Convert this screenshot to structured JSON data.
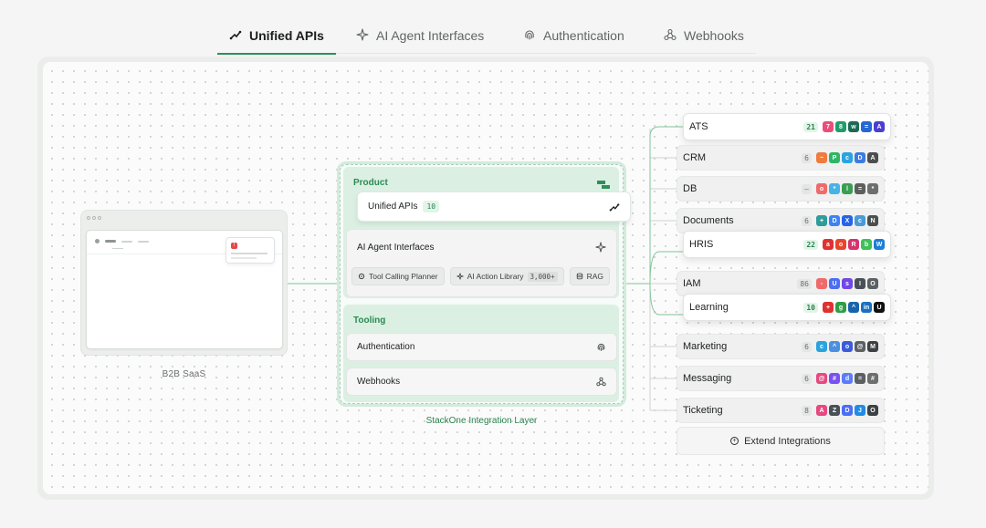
{
  "tabs": [
    {
      "label": "Unified APIs",
      "icon": "route-icon",
      "active": true
    },
    {
      "label": "AI Agent Interfaces",
      "icon": "sparkle-icon",
      "active": false
    },
    {
      "label": "Authentication",
      "icon": "fingerprint-icon",
      "active": false
    },
    {
      "label": "Webhooks",
      "icon": "webhook-icon",
      "active": false
    }
  ],
  "b2b": {
    "label": "B2B SaaS",
    "notification_badge": "!"
  },
  "layer": {
    "label": "StackOne Integration Layer",
    "product_title": "Product",
    "unified_apis": {
      "label": "Unified APIs",
      "count": "10"
    },
    "ai_agent": {
      "label": "AI Agent Interfaces",
      "chips": [
        {
          "label": "Tool Calling Planner",
          "icon": "cog-icon"
        },
        {
          "label": "AI Action Library",
          "count": "3,000+",
          "icon": "sparkle-icon"
        },
        {
          "label": "RAG",
          "icon": "database-icon"
        }
      ]
    },
    "tooling_title": "Tooling",
    "tooling": [
      {
        "label": "Authentication",
        "icon": "fingerprint-icon"
      },
      {
        "label": "Webhooks",
        "icon": "webhook-icon"
      }
    ]
  },
  "categories": [
    {
      "name": "ATS",
      "count": "21",
      "highlight": true,
      "logos": [
        {
          "c": "#e94e7a",
          "t": "7"
        },
        {
          "c": "#1f9d6b",
          "t": "8"
        },
        {
          "c": "#1c6b54",
          "t": "w"
        },
        {
          "c": "#2467d6",
          "t": "="
        },
        {
          "c": "#4a3fd1",
          "t": "A"
        }
      ]
    },
    {
      "name": "CRM",
      "count": "6",
      "highlight": false,
      "logos": [
        {
          "c": "#f07b3f",
          "t": "~"
        },
        {
          "c": "#2fb565",
          "t": "P"
        },
        {
          "c": "#2aa3e0",
          "t": "c"
        },
        {
          "c": "#3d7be0",
          "t": "D"
        },
        {
          "c": "#4b4f4d",
          "t": "A"
        }
      ]
    },
    {
      "name": "DB",
      "count": "–",
      "highlight": false,
      "logos": [
        {
          "c": "#ef6b6b",
          "t": "o"
        },
        {
          "c": "#46b3e6",
          "t": "*"
        },
        {
          "c": "#3a9e52",
          "t": "l"
        },
        {
          "c": "#5b5f5d",
          "t": "="
        },
        {
          "c": "#6b6f6d",
          "t": "*"
        }
      ]
    },
    {
      "name": "Documents",
      "count": "6",
      "highlight": false,
      "logos": [
        {
          "c": "#2e9c9a",
          "t": "+"
        },
        {
          "c": "#3b82f6",
          "t": "D"
        },
        {
          "c": "#2563eb",
          "t": "X"
        },
        {
          "c": "#4a9ad6",
          "t": "c"
        },
        {
          "c": "#4b4f4d",
          "t": "N"
        }
      ]
    },
    {
      "name": "HRIS",
      "count": "22",
      "highlight": true,
      "logos": [
        {
          "c": "#e03131",
          "t": "a"
        },
        {
          "c": "#e8452e",
          "t": "o"
        },
        {
          "c": "#d6336c",
          "t": "R"
        },
        {
          "c": "#40c057",
          "t": "b"
        },
        {
          "c": "#1c7ed6",
          "t": "W"
        }
      ]
    },
    {
      "name": "IAM",
      "count": "86",
      "highlight": false,
      "logos": [
        {
          "c": "#ef6b6b",
          "t": "-"
        },
        {
          "c": "#4c6ef5",
          "t": "U"
        },
        {
          "c": "#7048e8",
          "t": "s"
        },
        {
          "c": "#495057",
          "t": "I"
        },
        {
          "c": "#5c6063",
          "t": "O"
        }
      ]
    },
    {
      "name": "Learning",
      "count": "10",
      "highlight": true,
      "logos": [
        {
          "c": "#e03131",
          "t": "+"
        },
        {
          "c": "#2f9e44",
          "t": "g"
        },
        {
          "c": "#1864ab",
          "t": "^"
        },
        {
          "c": "#1971c2",
          "t": "in"
        },
        {
          "c": "#111111",
          "t": "U"
        }
      ]
    },
    {
      "name": "Marketing",
      "count": "6",
      "highlight": false,
      "logos": [
        {
          "c": "#2aa3e0",
          "t": "c"
        },
        {
          "c": "#4c8fe0",
          "t": "^"
        },
        {
          "c": "#3b5bdb",
          "t": "o"
        },
        {
          "c": "#5c6063",
          "t": "@"
        },
        {
          "c": "#3d4144",
          "t": "M"
        }
      ]
    },
    {
      "name": "Messaging",
      "count": "6",
      "highlight": false,
      "logos": [
        {
          "c": "#e64980",
          "t": "@"
        },
        {
          "c": "#7950f2",
          "t": "#"
        },
        {
          "c": "#5c7cfa",
          "t": "d"
        },
        {
          "c": "#5c6063",
          "t": "="
        },
        {
          "c": "#6b6f6d",
          "t": "#"
        }
      ]
    },
    {
      "name": "Ticketing",
      "count": "8",
      "highlight": false,
      "logos": [
        {
          "c": "#e64980",
          "t": "A"
        },
        {
          "c": "#495057",
          "t": "Z"
        },
        {
          "c": "#4c6ef5",
          "t": "D"
        },
        {
          "c": "#228be6",
          "t": "J"
        },
        {
          "c": "#3d4144",
          "t": "O"
        }
      ]
    }
  ],
  "extend": {
    "label": "Extend Integrations",
    "icon": "plus-circle-icon"
  },
  "colors": {
    "accent": "#2f8f57",
    "layer_bg": "#dbf0e3"
  }
}
